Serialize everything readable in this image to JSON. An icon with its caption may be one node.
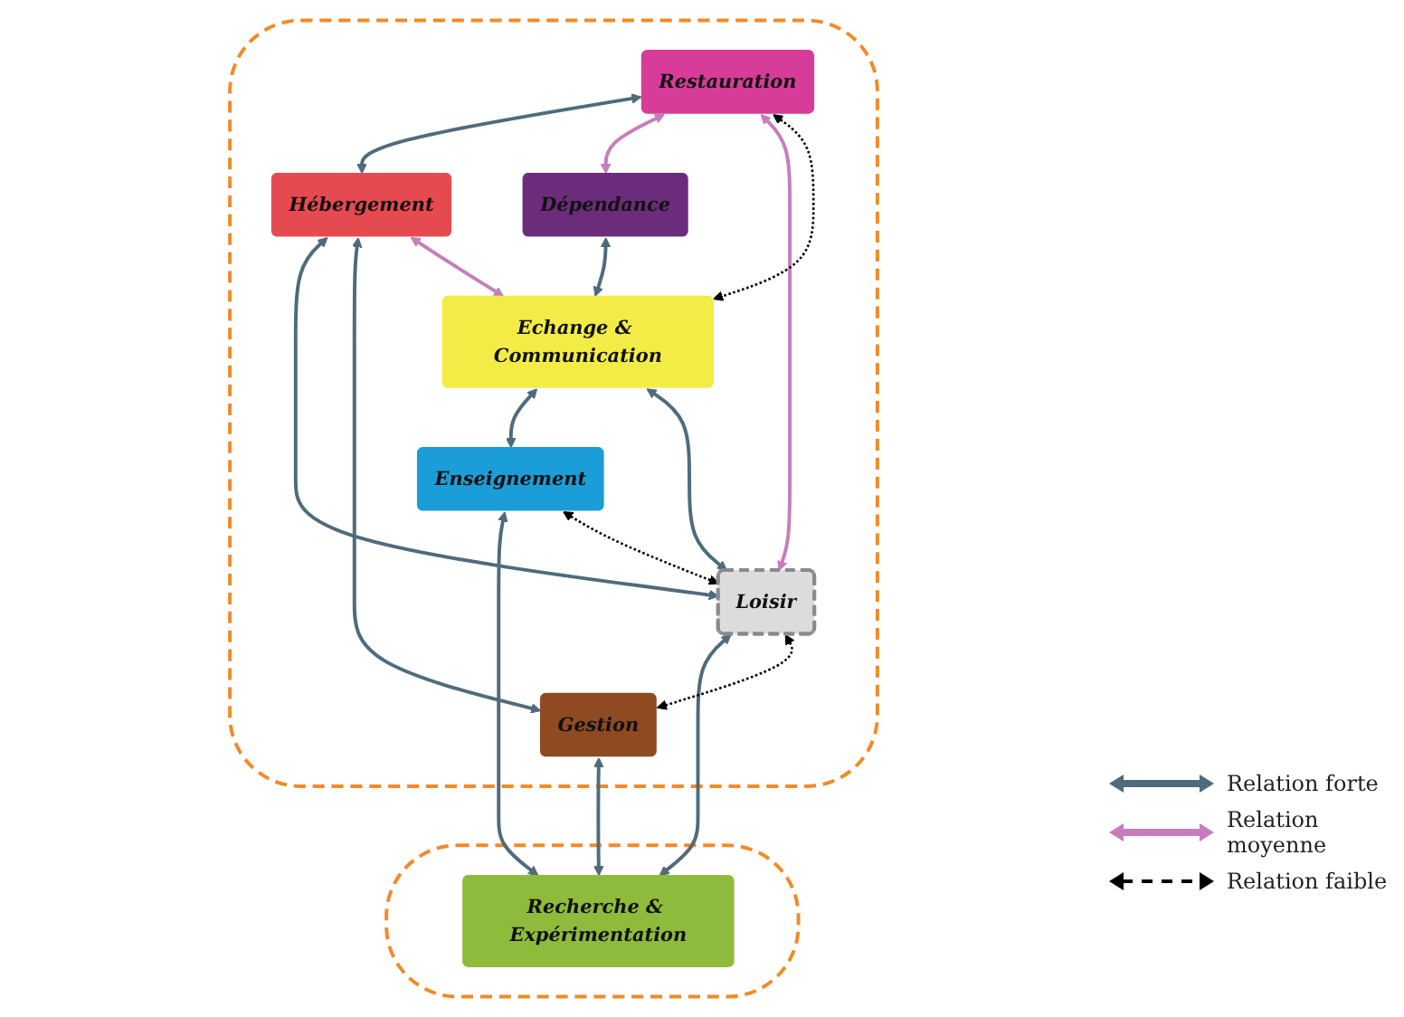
{
  "diagram": {
    "nodes": [
      {
        "text": [],
        "shape": "cloud"
      },
      {
        "text": [
          "Dépendance"
        ],
        "in": 0
      },
      {
        "text": [
          "Echange & Communication"
        ],
        "in": 0
      },
      {
        "text": [
          "Enseignement"
        ],
        "in": 0
      },
      {
        "text": [
          "Restauration"
        ],
        "in": 0
      },
      {
        "text": [
          "Loisir"
        ],
        "in": 0
      },
      {
        "text": [
          "Hébergement"
        ],
        "in": 0
      },
      {
        "text": [
          "Gestion"
        ],
        "in": 0
      },
      {
        "text": [],
        "shape": "cloud"
      },
      {
        "text": [
          "Recherche & Expérimentation"
        ],
        "in": 8
      }
    ],
    "edges": [
      {
        "from": 1,
        "to": 2,
        "arrow": "both"
      },
      {
        "from": 2,
        "to": 3,
        "arrow": "both"
      },
      {
        "from": 2,
        "to": 5,
        "arrow": "both"
      },
      {
        "from": 3,
        "to": 9,
        "arrow": "both"
      },
      {
        "from": 5,
        "to": 9,
        "arrow": "both"
      },
      {
        "from": 7,
        "to": 9,
        "arrow": "both"
      },
      {
        "from": 4,
        "to": 6,
        "arrow": "both"
      },
      {
        "from": 6,
        "to": 5,
        "arrow": "both"
      },
      {
        "from": 6,
        "to": 7,
        "arrow": "both"
      },
      {
        "from": 4,
        "to": 1,
        "arrow": "both",
        "color": "#c77dbb"
      },
      {
        "from": 4,
        "to": 5,
        "arrow": "both",
        "color": "#c77dbb"
      },
      {
        "from": 6,
        "to": 2,
        "arrow": "both",
        "color": "#c77dbb"
      },
      {
        "from": 4,
        "to": 2,
        "arrow": "both",
        "style": "dashed",
        "color": "#000000"
      },
      {
        "from": 3,
        "to": 5,
        "arrow": "both",
        "style": "dashed",
        "color": "#000000"
      },
      {
        "from": 5,
        "to": 7,
        "arrow": "both",
        "style": "dashed",
        "color": "#000000"
      }
    ],
    "legend": [
      {
        "text": "Relation forte"
      },
      {
        "text": "Relation moyenne"
      },
      {
        "text": "Relation faible"
      }
    ]
  }
}
